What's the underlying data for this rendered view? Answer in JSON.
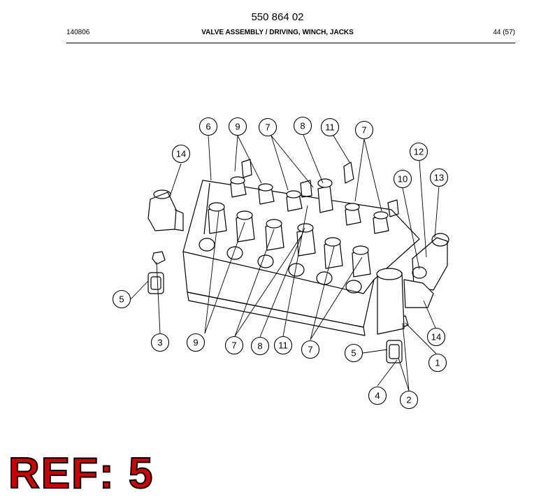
{
  "header": {
    "part_number": "550 864 02",
    "date_code": "140806",
    "title": "VALVE ASSEMBLY / DRIVING, WINCH, JACKS",
    "page": "44 (57)"
  },
  "figure": {
    "callouts": [
      "6",
      "9",
      "7",
      "8",
      "11",
      "7",
      "14",
      "12",
      "10",
      "13",
      "5",
      "3",
      "9",
      "7",
      "8",
      "11",
      "7",
      "5",
      "14",
      "1",
      "4",
      "2"
    ]
  },
  "ref_label": "REF: 5"
}
